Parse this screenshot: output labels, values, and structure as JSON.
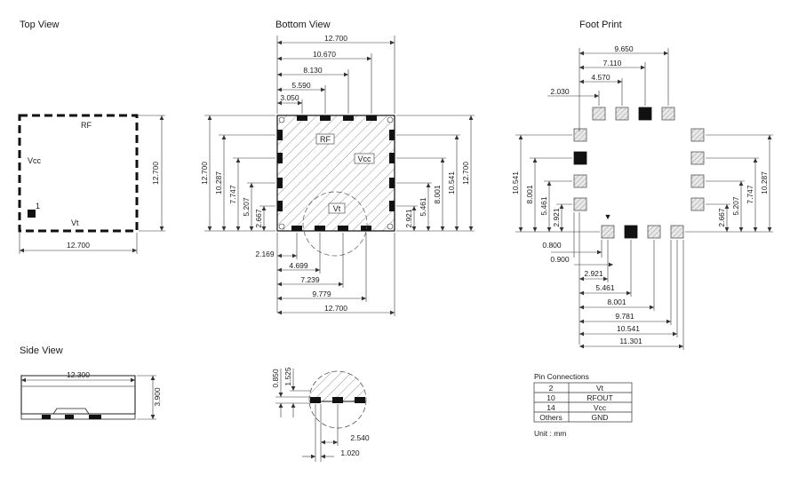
{
  "titles": {
    "top_view": "Top View",
    "bottom_view": "Bottom View",
    "foot_print": "Foot Print",
    "side_view": "Side View"
  },
  "top_view": {
    "labels": {
      "rf": "RF",
      "vcc": "Vcc",
      "vt": "Vt",
      "pin1": "1"
    },
    "dims": {
      "width": "12.700",
      "height": "12.700"
    }
  },
  "bottom_view": {
    "labels": {
      "rf": "RF",
      "vcc": "Vcc",
      "vt": "Vt"
    },
    "dims_top": [
      "12.700",
      "10.670",
      "8.130",
      "5.590",
      "3.050"
    ],
    "dims_left": [
      "12.700",
      "10.287",
      "7.747",
      "5.207",
      "2.667"
    ],
    "dims_right": [
      "2.921",
      "5.461",
      "8.001",
      "10.541",
      "12.700"
    ],
    "dims_bottom": [
      "2.169",
      "4.699",
      "7.239",
      "9.779",
      "12.700"
    ]
  },
  "foot_print": {
    "dims_top": [
      "9.650",
      "7.110",
      "4.570",
      "2.030"
    ],
    "dims_left": [
      "10.541",
      "8.001",
      "5.461",
      "2.921"
    ],
    "dims_right": [
      "2.667",
      "5.207",
      "7.747",
      "10.287"
    ],
    "dims_bottom": [
      "0.800",
      "0.900",
      "2.921",
      "5.461",
      "8.001",
      "9.781",
      "10.541",
      "11.301"
    ],
    "marker": "▼"
  },
  "side_view": {
    "dims": {
      "width": "12.300",
      "height": "3.900"
    }
  },
  "detail_view": {
    "dims": [
      "0.850",
      "1.525",
      "2.540",
      "1.020"
    ]
  },
  "pin_table": {
    "title": "Pin Connections",
    "rows": [
      {
        "pin": "2",
        "name": "Vt"
      },
      {
        "pin": "10",
        "name": "RFOUT"
      },
      {
        "pin": "14",
        "name": "Vcc"
      },
      {
        "pin": "Others",
        "name": "GND"
      }
    ]
  },
  "unit": "Unit : mm"
}
